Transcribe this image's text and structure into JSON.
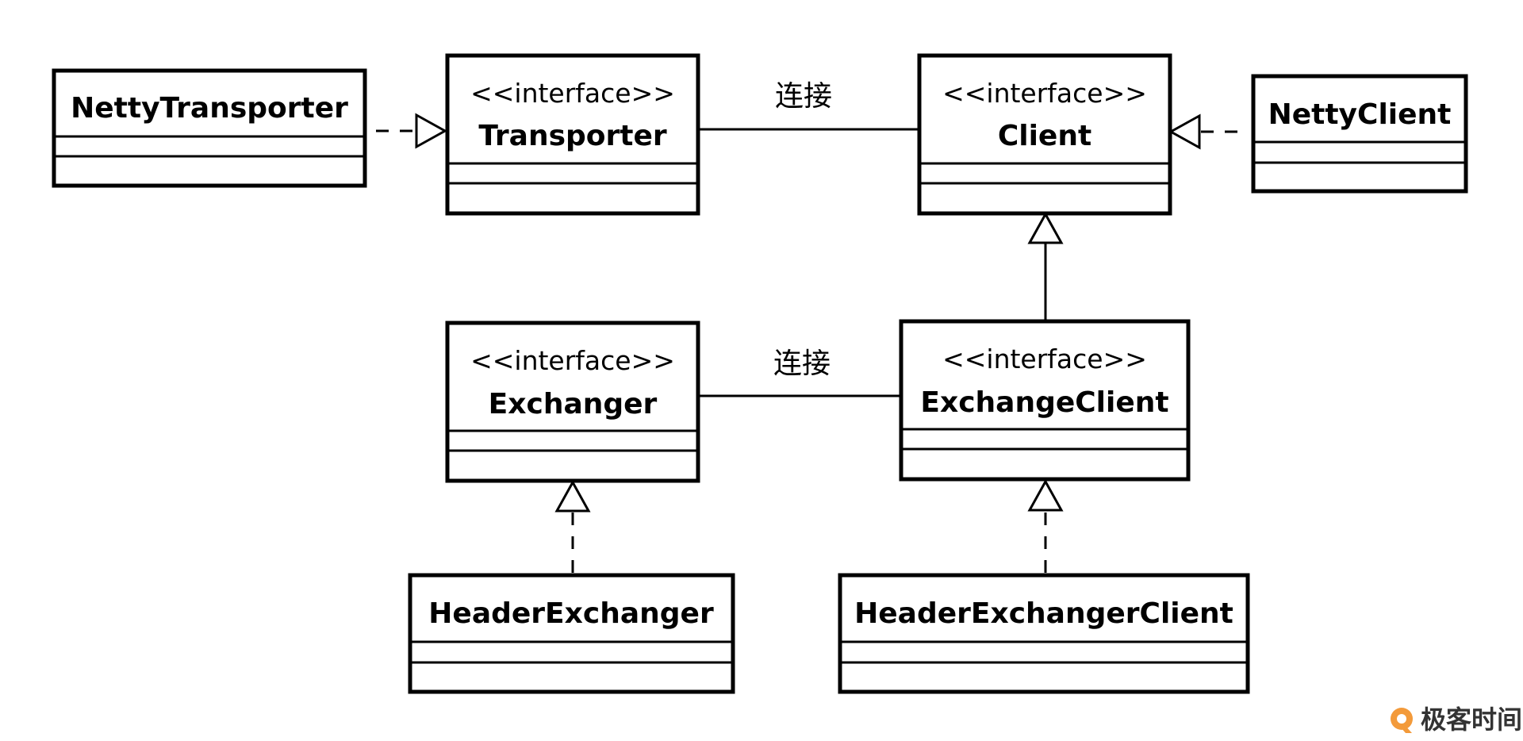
{
  "classes": {
    "netty_transporter": {
      "name": "NettyTransporter"
    },
    "transporter": {
      "stereotype": "<<interface>>",
      "name": "Transporter"
    },
    "client": {
      "stereotype": "<<interface>>",
      "name": "Client"
    },
    "netty_client": {
      "name": "NettyClient"
    },
    "exchanger": {
      "stereotype": "<<interface>>",
      "name": "Exchanger"
    },
    "exchange_client": {
      "stereotype": "<<interface>>",
      "name": "ExchangeClient"
    },
    "header_exchanger": {
      "name": "HeaderExchanger"
    },
    "header_exchanger_client": {
      "name": "HeaderExchangerClient"
    }
  },
  "associations": {
    "transporter_client": {
      "label": "连接"
    },
    "exchanger_exchange_client": {
      "label": "连接"
    }
  },
  "relations": [
    {
      "from": "NettyTransporter",
      "to": "Transporter",
      "kind": "realization"
    },
    {
      "from": "NettyClient",
      "to": "Client",
      "kind": "realization"
    },
    {
      "from": "ExchangeClient",
      "to": "Client",
      "kind": "generalization"
    },
    {
      "from": "HeaderExchanger",
      "to": "Exchanger",
      "kind": "realization"
    },
    {
      "from": "HeaderExchangerClient",
      "to": "ExchangeClient",
      "kind": "realization"
    },
    {
      "from": "Transporter",
      "to": "Client",
      "kind": "association"
    },
    {
      "from": "Exchanger",
      "to": "ExchangeClient",
      "kind": "association"
    }
  ],
  "watermark": {
    "text": "极客时间"
  }
}
